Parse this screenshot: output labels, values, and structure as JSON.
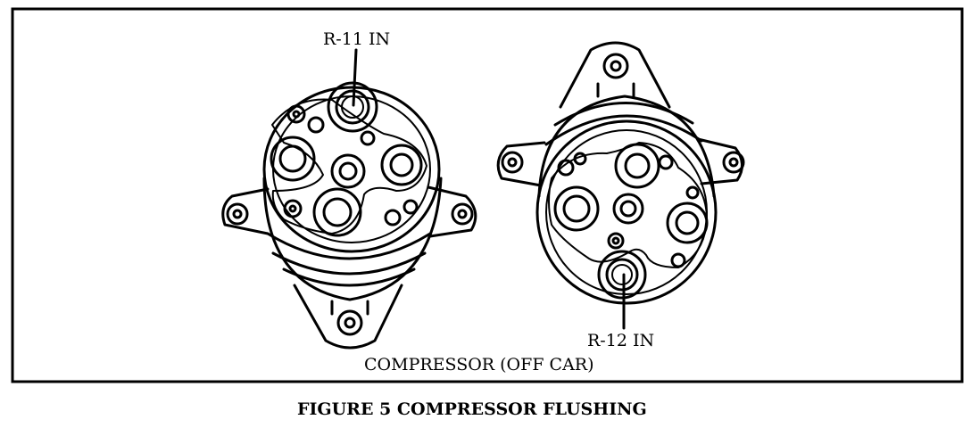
{
  "labels": {
    "r11": "R-11 IN",
    "r12": "R-12 IN",
    "subcaption": "COMPRESSOR (OFF CAR)"
  },
  "figure_caption": "FIGURE 5 COMPRESSOR FLUSHING",
  "colors": {
    "ink": "#000000",
    "paper": "#ffffff"
  }
}
